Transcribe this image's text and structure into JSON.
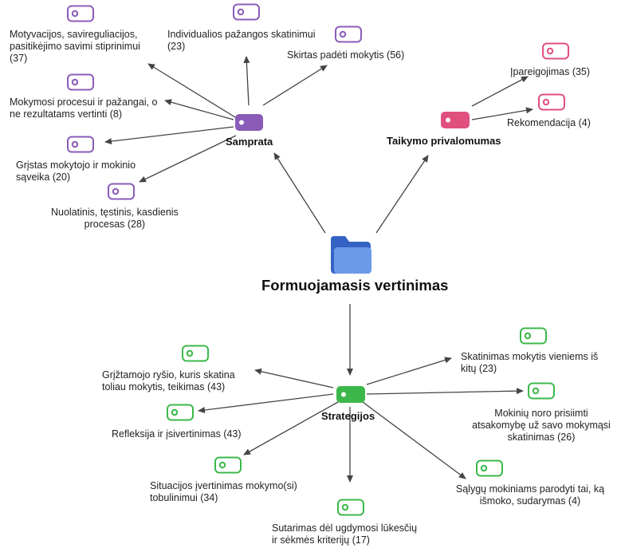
{
  "colors": {
    "purple": "#8a5cb8",
    "pink": "#e0507f",
    "green": "#3cb84a",
    "folder_blue": "#4a7fd4",
    "arrow": "#444444"
  },
  "root": {
    "label": "Formuojamasis vertinimas",
    "icon": "folder-icon"
  },
  "branches": {
    "samprata": {
      "label": "Samprata",
      "items": [
        {
          "label": "Motyvacijos, savireguliacijos,\npasitikėjimo savimi stiprinimui\n(37)"
        },
        {
          "label": "Individualios pažangos skatinimui\n(23)"
        },
        {
          "label": "Skirtas padėti mokytis (56)"
        },
        {
          "label": "Mokymosi procesui ir pažangai, o\nne rezultatams vertinti (8)"
        },
        {
          "label": "Grįstas mokytojo ir mokinio\nsąveika (20)"
        },
        {
          "label": "Nuolatinis, tęstinis, kasdienis\nprocesas (28)"
        }
      ]
    },
    "taikymo": {
      "label": "Taikymo privalomumas",
      "items": [
        {
          "label": "Įpareigojimas (35)"
        },
        {
          "label": "Rekomendacija (4)"
        }
      ]
    },
    "strategijos": {
      "label": "Strategijos",
      "items": [
        {
          "label": "Grįžtamojo ryšio, kuris skatina\ntoliau mokytis, teikimas (43)"
        },
        {
          "label": "Refleksija ir įsivertinimas (43)"
        },
        {
          "label": "Situacijos įvertinimas mokymo(si)\ntobulinimui (34)"
        },
        {
          "label": "Sutarimas dėl ugdymosi lūkesčių\nir sėkmės kriterijų (17)"
        },
        {
          "label": "Skatinimas mokytis vieniems iš\nkitų (23)"
        },
        {
          "label": "Mokinių noro prisiimti\natsakomybę už savo mokymąsi\nskatinimas (26)"
        },
        {
          "label": "Sąlygų mokiniams parodyti tai, ką\nišmoko, sudarymas (4)"
        }
      ]
    }
  }
}
